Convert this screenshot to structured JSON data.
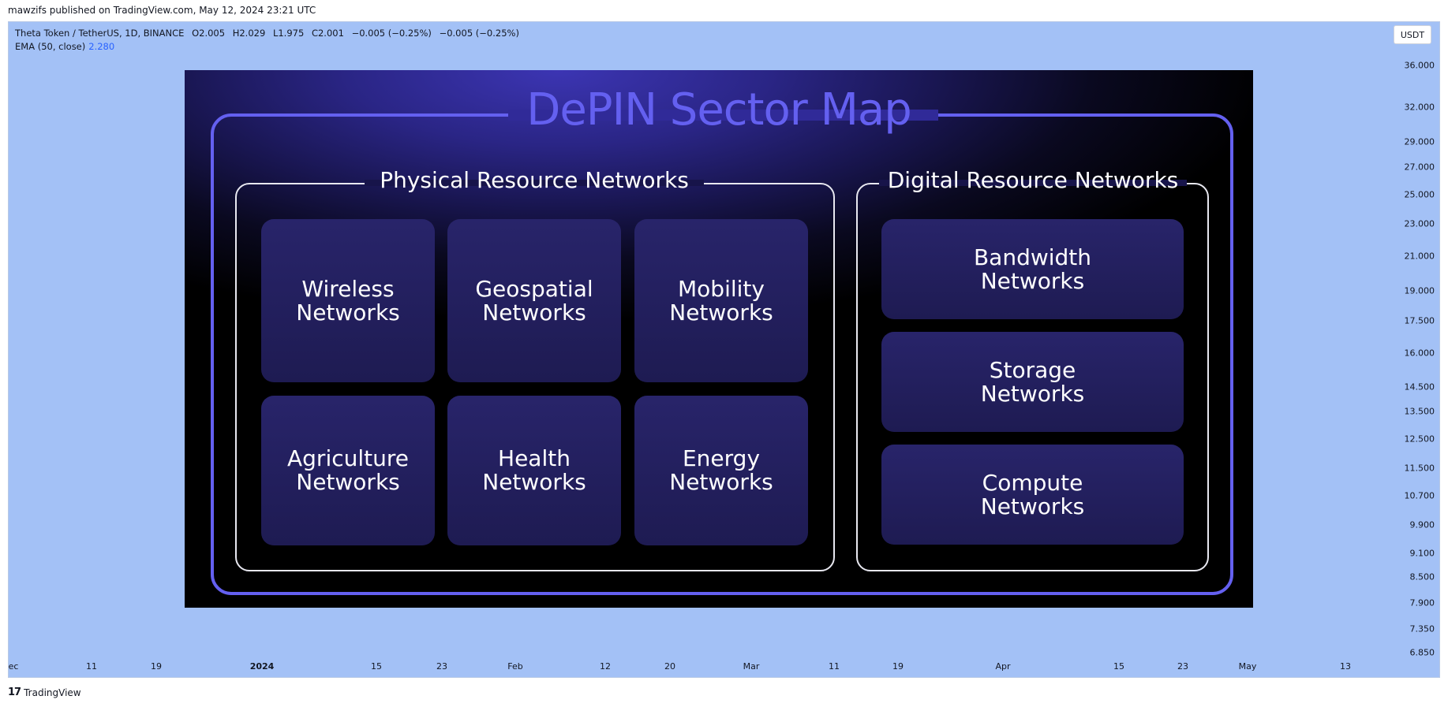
{
  "header": {
    "published": "mawzifs published on TradingView.com, May 12, 2024 23:21 UTC"
  },
  "legend": {
    "symbol": "Theta Token / TetherUS, 1D, BINANCE",
    "open": "O2.005",
    "high": "H2.029",
    "low": "L1.975",
    "close": "C2.001",
    "change": "−0.005 (−0.25%)",
    "change2": "−0.005 (−0.25%)",
    "ema_label": "EMA (50, close)",
    "ema_value": "2.280"
  },
  "unit_button": "USDT",
  "y_axis": [
    "36.000",
    "32.000",
    "29.000",
    "27.000",
    "25.000",
    "23.000",
    "21.000",
    "19.000",
    "17.500",
    "16.000",
    "14.500",
    "13.500",
    "12.500",
    "11.500",
    "10.700",
    "9.900",
    "9.100",
    "8.500",
    "7.900",
    "7.350",
    "6.850"
  ],
  "x_axis": [
    {
      "label": "ec",
      "bold": false
    },
    {
      "label": "11",
      "bold": false
    },
    {
      "label": "19",
      "bold": false
    },
    {
      "label": "2024",
      "bold": true
    },
    {
      "label": "15",
      "bold": false
    },
    {
      "label": "23",
      "bold": false
    },
    {
      "label": "Feb",
      "bold": false
    },
    {
      "label": "12",
      "bold": false
    },
    {
      "label": "20",
      "bold": false
    },
    {
      "label": "Mar",
      "bold": false
    },
    {
      "label": "11",
      "bold": false
    },
    {
      "label": "19",
      "bold": false
    },
    {
      "label": "Apr",
      "bold": false
    },
    {
      "label": "15",
      "bold": false
    },
    {
      "label": "23",
      "bold": false
    },
    {
      "label": "May",
      "bold": false
    },
    {
      "label": "13",
      "bold": false
    }
  ],
  "depin": {
    "title": "DePIN Sector Map",
    "physical": {
      "title": "Physical Resource Networks",
      "tiles": [
        "Wireless\nNetworks",
        "Geospatial\nNetworks",
        "Mobility\nNetworks",
        "Agriculture\nNetworks",
        "Health\nNetworks",
        "Energy\nNetworks"
      ]
    },
    "digital": {
      "title": "Digital Resource Networks",
      "tiles": [
        "Bandwidth\nNetworks",
        "Storage\nNetworks",
        "Compute\nNetworks"
      ]
    }
  },
  "brand": "TradingView",
  "colors": {
    "chart_bg": "#a3c1f6",
    "accent": "#6460f0",
    "ema": "#2962ff"
  }
}
